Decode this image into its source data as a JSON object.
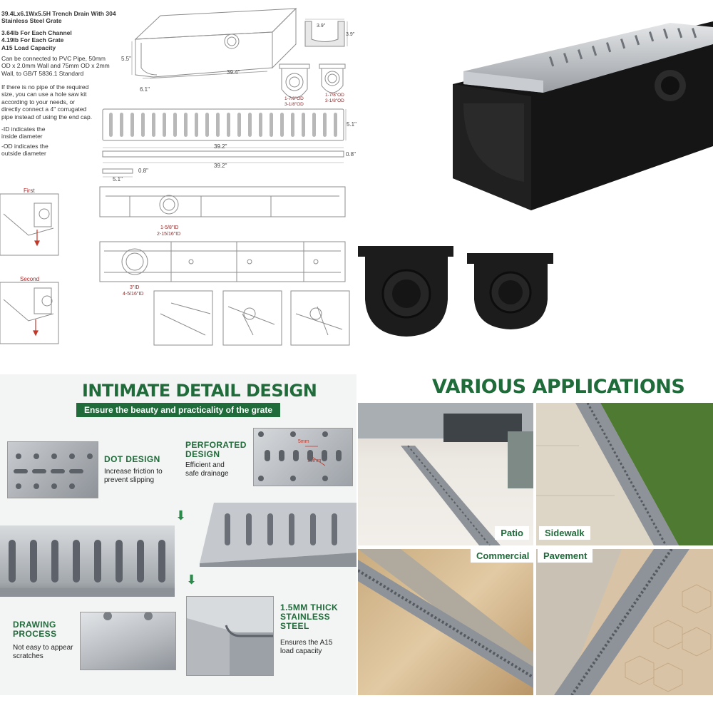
{
  "spec_sheet": {
    "title_line1": "39.4Lx6.1Wx5.5H Trench Drain With 304",
    "title_line2": "Stainless Steel Grate",
    "weight_channel": "3.64lb For Each Channel",
    "weight_grate": "4.19lb For Each Grate",
    "load_class": "A15 Load Capacity",
    "pipe_note_1": "Can be connected to PVC Pipe, 50mm",
    "pipe_note_2": "OD x 2.0mm Wall and 75mm OD x 2mm",
    "pipe_note_3": "Wall, to GB/T 5836.1 Standard",
    "no_pipe_1": "If there is no pipe of the required",
    "no_pipe_2": "size, you can use a hole saw kit",
    "no_pipe_3": "according to your needs, or",
    "no_pipe_4": "directly connect a 4\" corrugated",
    "no_pipe_5": "pipe instead of using the end cap.",
    "id_note_1": "-ID indicates the",
    "id_note_2": " inside diameter",
    "od_note_1": "-OD indicates the",
    "od_note_2": " outside diameter"
  },
  "dimensions": {
    "channel_height": "5.5\"",
    "channel_width": "6.1\"",
    "channel_length": "39.4\"",
    "profile_width": "3.9\"",
    "profile_height": "3.9\"",
    "cap_small_od_1": "1-7/8\"OD",
    "cap_small_od_2": "3-1/8\"OD",
    "cap_large_od_1": "1-7/8\"OD",
    "cap_large_od_2": "3-1/8\"OD",
    "grate_width": "5.1\"",
    "grate_length": "39.2\"",
    "grate_side_length": "39.2\"",
    "grate_thickness": "0.8\"",
    "grate_end_width": "5.1\"",
    "grate_end_thickness": "0.8\"",
    "outlet_small_1": "1-5/8\"ID",
    "outlet_small_2": "2-15/16\"ID",
    "outlet_large_1": "3\"ID",
    "outlet_large_2": "4-5/16\"ID"
  },
  "install_steps": {
    "first": "First",
    "second": "Second"
  },
  "detail_section": {
    "heading": "INTIMATE DETAIL DESIGN",
    "subheading": "Ensure the beauty and practicality of the grate",
    "dot_title": "DOT DESIGN",
    "dot_desc_1": "Increase friction to",
    "dot_desc_2": "prevent slipping",
    "perforated_title_1": "PERFORATED",
    "perforated_title_2": "DESIGN",
    "perforated_desc_1": "Efficient and",
    "perforated_desc_2": "safe drainage",
    "slot_dim_1": "5mm",
    "slot_dim_2": "10mm",
    "drawing_title_1": "DRAWING",
    "drawing_title_2": "PROCESS",
    "drawing_desc_1": "Not easy to appear",
    "drawing_desc_2": "scratches",
    "steel_title_1": "1.5MM THICK",
    "steel_title_2": "STAINLESS",
    "steel_title_3": "STEEL",
    "steel_desc_1": "Ensures the A15",
    "steel_desc_2": "load capacity"
  },
  "applications_section": {
    "heading": "VARIOUS APPLICATIONS",
    "labels": [
      "Patio",
      "Sidewalk",
      "Commercial",
      "Pavement"
    ]
  },
  "colors": {
    "brand_green": "#1f6b3a",
    "drain_black": "#1b1b1b",
    "steel": "#b9bcc0"
  }
}
